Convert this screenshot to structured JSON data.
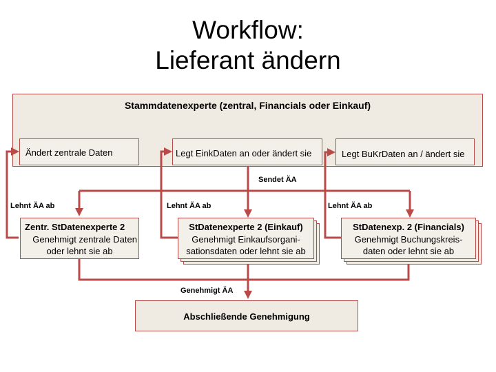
{
  "title_line1": "Workflow:",
  "title_line2": "Lieferant ändern",
  "outer_header": "Stammdatenexperte (zentral, Financials oder Einkauf)",
  "step_central": "Ändert zentrale Daten",
  "step_purchasing": "Legt EinkDaten an oder ändert sie",
  "step_company": "Legt BuKrDaten an / ändert sie",
  "label_sends": "Sendet ÄA",
  "label_reject_1": "Lehnt ÄA ab",
  "label_reject_2": "Lehnt ÄA ab",
  "label_reject_3": "Lehnt ÄA ab",
  "approver_central": {
    "title": "Zentr. StDatenexperte 2",
    "line1": "Genehmigt zentrale Daten",
    "line2": "oder lehnt sie ab"
  },
  "approver_purchasing": {
    "title": "StDatenexperte 2 (Einkauf)",
    "line1": "Genehmigt Einkaufsorgani-",
    "line2": "sationsdaten oder lehnt sie ab"
  },
  "approver_financials": {
    "title": "StDatenexp. 2 (Financials)",
    "line1": "Genehmigt Buchungskreis-",
    "line2": "daten oder lehnt sie ab"
  },
  "label_approves": "Genehmigt ÄA",
  "final_approval": "Abschließende Genehmigung",
  "colors": {
    "arrow": "#b94a48",
    "box_fill": "#efebe2",
    "border": "#b94a48"
  }
}
